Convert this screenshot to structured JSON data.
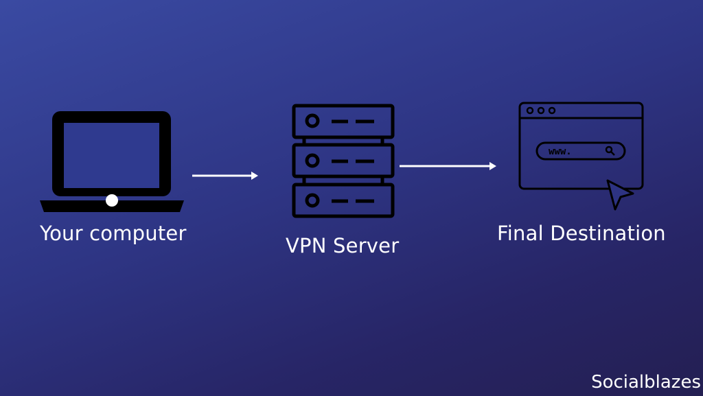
{
  "nodes": [
    {
      "id": "computer",
      "label": "Your computer",
      "icon": "laptop-icon"
    },
    {
      "id": "vpn_server",
      "label": "VPN Server",
      "icon": "server-rack-icon"
    },
    {
      "id": "destination",
      "label": "Final Destination",
      "icon": "browser-window-icon",
      "url_text": "www."
    }
  ],
  "edges": [
    {
      "from": "computer",
      "to": "vpn_server"
    },
    {
      "from": "vpn_server",
      "to": "destination"
    }
  ],
  "brand": "Socialblazes",
  "colors": {
    "background_top": "#3a4aa2",
    "background_bottom": "#241f52",
    "icon": "#000000",
    "text": "#ffffff",
    "arrow": "#ffffff"
  }
}
